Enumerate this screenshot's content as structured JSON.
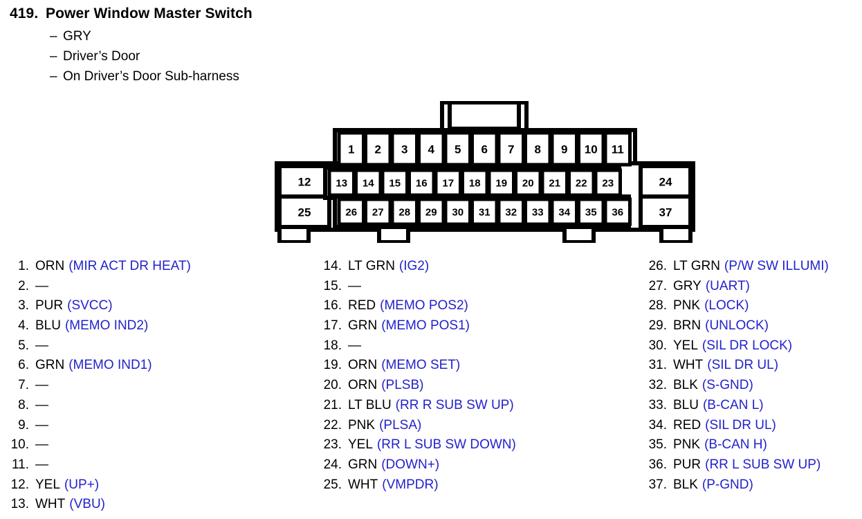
{
  "header": {
    "number": "419.",
    "title": "Power Window Master Switch",
    "bullets": [
      {
        "dash": "–",
        "text": "GRY"
      },
      {
        "dash": "–",
        "text": "Driver’s Door"
      },
      {
        "dash": "–",
        "text": "On Driver’s Door Sub-harness"
      }
    ]
  },
  "connector": {
    "name": "37-pin-connector-diagram",
    "top_row": [
      "1",
      "2",
      "3",
      "4",
      "5",
      "6",
      "7",
      "8",
      "9",
      "10",
      "11"
    ],
    "left_block": [
      "12",
      "25"
    ],
    "middle_row_upper": [
      "13",
      "14",
      "15",
      "16",
      "17",
      "18",
      "19",
      "20",
      "21",
      "22",
      "23"
    ],
    "middle_row_lower": [
      "26",
      "27",
      "28",
      "29",
      "30",
      "31",
      "32",
      "33",
      "34",
      "35",
      "36"
    ],
    "right_block": [
      "24",
      "37"
    ],
    "latch": "locking-tab",
    "bottom_tabs": 4,
    "line_color": "#000000"
  },
  "colors": {
    "function_text": "#2222cc",
    "label_text": "#000000",
    "background": "#ffffff"
  },
  "pins": {
    "column_1": [
      {
        "no": "1.",
        "color": "ORN",
        "fn": "(MIR ACT DR HEAT)"
      },
      {
        "no": "2.",
        "color": "—",
        "fn": ""
      },
      {
        "no": "3.",
        "color": "PUR",
        "fn": "(SVCC)"
      },
      {
        "no": "4.",
        "color": "BLU",
        "fn": "(MEMO IND2)"
      },
      {
        "no": "5.",
        "color": "—",
        "fn": ""
      },
      {
        "no": "6.",
        "color": "GRN",
        "fn": "(MEMO IND1)"
      },
      {
        "no": "7.",
        "color": "—",
        "fn": ""
      },
      {
        "no": "8.",
        "color": "—",
        "fn": ""
      },
      {
        "no": "9.",
        "color": "—",
        "fn": ""
      },
      {
        "no": "10.",
        "color": "—",
        "fn": ""
      },
      {
        "no": "11.",
        "color": "—",
        "fn": ""
      },
      {
        "no": "12.",
        "color": "YEL",
        "fn": "(UP+)"
      },
      {
        "no": "13.",
        "color": "WHT",
        "fn": "(VBU)"
      }
    ],
    "column_2": [
      {
        "no": "14.",
        "color": "LT GRN",
        "fn": "(IG2)"
      },
      {
        "no": "15.",
        "color": "—",
        "fn": ""
      },
      {
        "no": "16.",
        "color": "RED",
        "fn": "(MEMO POS2)"
      },
      {
        "no": "17.",
        "color": "GRN",
        "fn": "(MEMO POS1)"
      },
      {
        "no": "18.",
        "color": "—",
        "fn": ""
      },
      {
        "no": "19.",
        "color": "ORN",
        "fn": "(MEMO SET)"
      },
      {
        "no": "20.",
        "color": "ORN",
        "fn": "(PLSB)"
      },
      {
        "no": "21.",
        "color": "LT BLU",
        "fn": "(RR R SUB SW UP)"
      },
      {
        "no": "22.",
        "color": "PNK",
        "fn": "(PLSA)"
      },
      {
        "no": "23.",
        "color": "YEL",
        "fn": "(RR L SUB SW DOWN)"
      },
      {
        "no": "24.",
        "color": "GRN",
        "fn": "(DOWN+)"
      },
      {
        "no": "25.",
        "color": "WHT",
        "fn": "(VMPDR)"
      }
    ],
    "column_3": [
      {
        "no": "26.",
        "color": "LT GRN",
        "fn": "(P/W SW ILLUMI)"
      },
      {
        "no": "27.",
        "color": "GRY",
        "fn": "(UART)"
      },
      {
        "no": "28.",
        "color": "PNK",
        "fn": "(LOCK)"
      },
      {
        "no": "29.",
        "color": "BRN",
        "fn": "(UNLOCK)"
      },
      {
        "no": "30.",
        "color": "YEL",
        "fn": "(SIL DR LOCK)"
      },
      {
        "no": "31.",
        "color": "WHT",
        "fn": "(SIL DR UL)"
      },
      {
        "no": "32.",
        "color": "BLK",
        "fn": "(S-GND)"
      },
      {
        "no": "33.",
        "color": "BLU",
        "fn": "(B-CAN L)"
      },
      {
        "no": "34.",
        "color": "RED",
        "fn": "(SIL DR UL)"
      },
      {
        "no": "35.",
        "color": "PNK",
        "fn": "(B-CAN H)"
      },
      {
        "no": "36.",
        "color": "PUR",
        "fn": "(RR L SUB SW UP)"
      },
      {
        "no": "37.",
        "color": "BLK",
        "fn": "(P-GND)"
      }
    ]
  }
}
